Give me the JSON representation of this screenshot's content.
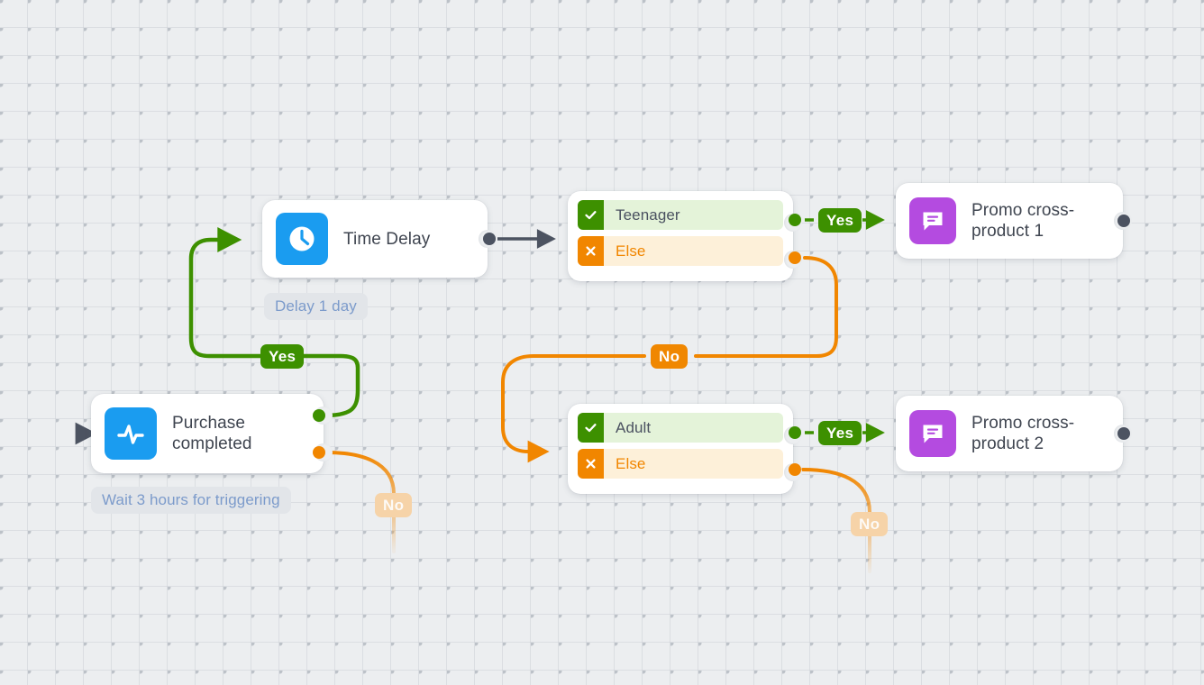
{
  "canvas": {
    "background_color": "#eceef0",
    "grid_color": "#c6cad0"
  },
  "palette": {
    "green": "#3d9000",
    "orange": "#f18600",
    "blue": "#1a9cf0",
    "purple": "#b44be0",
    "dark_gray": "#4c5361",
    "faded_orange": "#f6d3a8",
    "chip_text": "#7c9bcb",
    "chip_bg": "#e2e5e9"
  },
  "nodes": {
    "purchase": {
      "label": "Purchase completed",
      "icon": "activity-pulse-icon",
      "icon_color": "#1a9cf0",
      "caption": "Wait 3 hours for triggering",
      "outputs": [
        "yes",
        "no"
      ]
    },
    "time_delay": {
      "label": "Time Delay",
      "icon": "clock-icon",
      "icon_color": "#1a9cf0",
      "caption": "Delay 1 day"
    },
    "condition_teenager": {
      "rows": [
        {
          "label": "Teenager",
          "state": "match",
          "mark": "check-icon"
        },
        {
          "label": "Else",
          "state": "else",
          "mark": "cross-icon"
        }
      ]
    },
    "condition_adult": {
      "rows": [
        {
          "label": "Adult",
          "state": "match",
          "mark": "check-icon"
        },
        {
          "label": "Else",
          "state": "else",
          "mark": "cross-icon"
        }
      ]
    },
    "promo_1": {
      "label": "Promo cross-product 1",
      "icon": "message-bubble-icon",
      "icon_color": "#b44be0"
    },
    "promo_2": {
      "label": "Promo cross-product 2",
      "icon": "message-bubble-icon",
      "icon_color": "#b44be0"
    }
  },
  "edges": {
    "yes_loop": "Yes",
    "no_branch": "No",
    "teen_yes": "Yes",
    "adult_yes": "Yes",
    "purchase_no_faded": "No",
    "adult_else_faded": "No"
  }
}
